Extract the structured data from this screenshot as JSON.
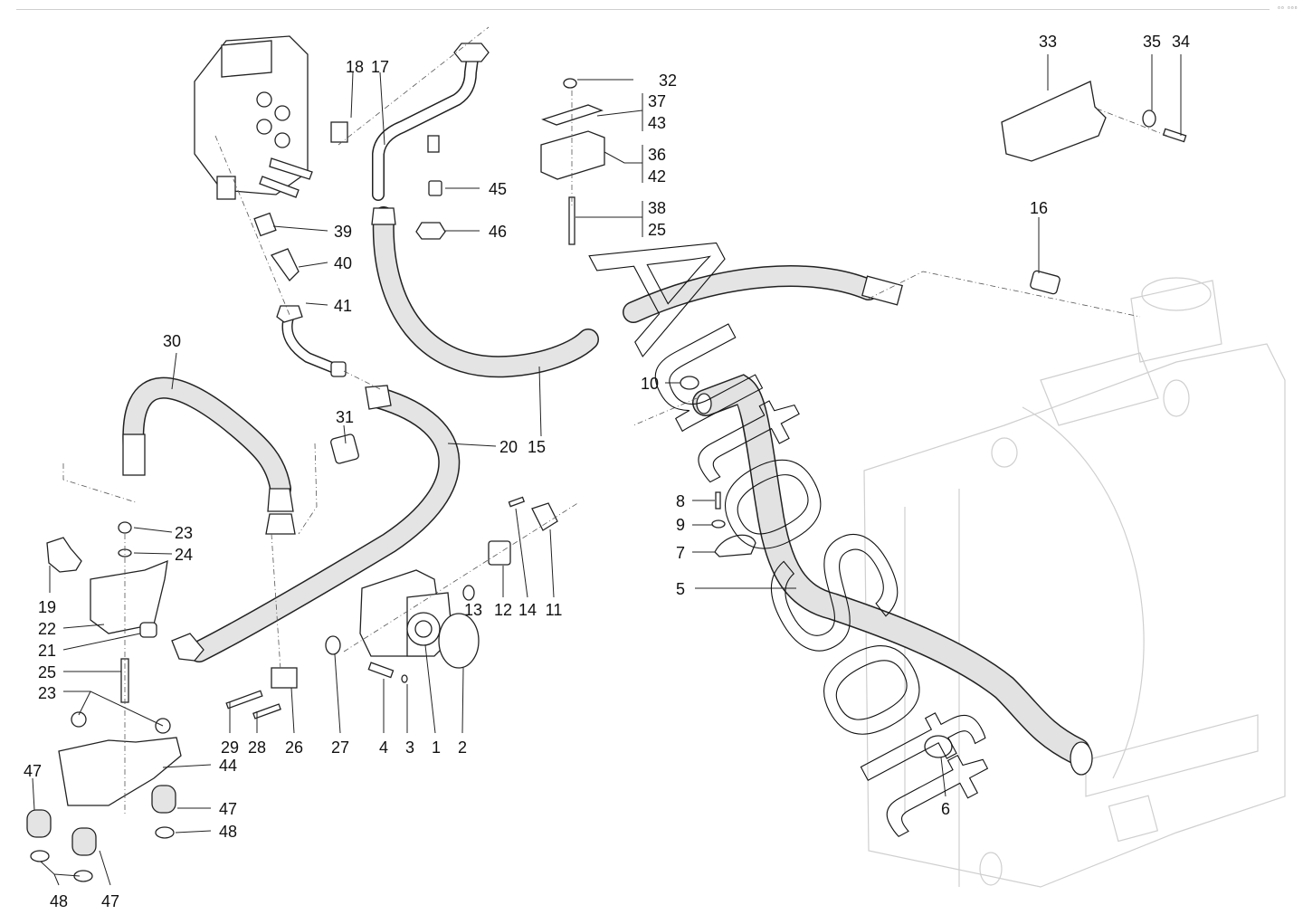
{
  "diagram": {
    "type": "exploded-parts-view",
    "subject": "hydraulic pump and hose assembly",
    "watermark": "AutoSoft",
    "corner_mark": "▫▫ ▫▫▫",
    "callouts": [
      {
        "id": "c1",
        "label": "1"
      },
      {
        "id": "c2",
        "label": "2"
      },
      {
        "id": "c3",
        "label": "3"
      },
      {
        "id": "c4",
        "label": "4"
      },
      {
        "id": "c5",
        "label": "5"
      },
      {
        "id": "c6",
        "label": "6"
      },
      {
        "id": "c7",
        "label": "7"
      },
      {
        "id": "c8",
        "label": "8"
      },
      {
        "id": "c9",
        "label": "9"
      },
      {
        "id": "c10",
        "label": "10"
      },
      {
        "id": "c11",
        "label": "11"
      },
      {
        "id": "c12",
        "label": "12"
      },
      {
        "id": "c13",
        "label": "13"
      },
      {
        "id": "c14",
        "label": "14"
      },
      {
        "id": "c15",
        "label": "15"
      },
      {
        "id": "c16",
        "label": "16"
      },
      {
        "id": "c17",
        "label": "17"
      },
      {
        "id": "c18",
        "label": "18"
      },
      {
        "id": "c19",
        "label": "19"
      },
      {
        "id": "c20",
        "label": "20"
      },
      {
        "id": "c21",
        "label": "21"
      },
      {
        "id": "c22",
        "label": "22"
      },
      {
        "id": "c23a",
        "label": "23"
      },
      {
        "id": "c23b",
        "label": "23"
      },
      {
        "id": "c24",
        "label": "24"
      },
      {
        "id": "c25a",
        "label": "25"
      },
      {
        "id": "c25b",
        "label": "25"
      },
      {
        "id": "c26",
        "label": "26"
      },
      {
        "id": "c27",
        "label": "27"
      },
      {
        "id": "c28",
        "label": "28"
      },
      {
        "id": "c29",
        "label": "29"
      },
      {
        "id": "c30",
        "label": "30"
      },
      {
        "id": "c31",
        "label": "31"
      },
      {
        "id": "c32",
        "label": "32"
      },
      {
        "id": "c33",
        "label": "33"
      },
      {
        "id": "c34",
        "label": "34"
      },
      {
        "id": "c35",
        "label": "35"
      },
      {
        "id": "c36",
        "label": "36"
      },
      {
        "id": "c37",
        "label": "37"
      },
      {
        "id": "c38",
        "label": "38"
      },
      {
        "id": "c39",
        "label": "39"
      },
      {
        "id": "c40",
        "label": "40"
      },
      {
        "id": "c41",
        "label": "41"
      },
      {
        "id": "c42",
        "label": "42"
      },
      {
        "id": "c43",
        "label": "43"
      },
      {
        "id": "c44",
        "label": "44"
      },
      {
        "id": "c45",
        "label": "45"
      },
      {
        "id": "c46",
        "label": "46"
      },
      {
        "id": "c47a",
        "label": "47"
      },
      {
        "id": "c47b",
        "label": "47"
      },
      {
        "id": "c47c",
        "label": "47"
      },
      {
        "id": "c48a",
        "label": "48"
      },
      {
        "id": "c48b",
        "label": "48"
      }
    ]
  }
}
